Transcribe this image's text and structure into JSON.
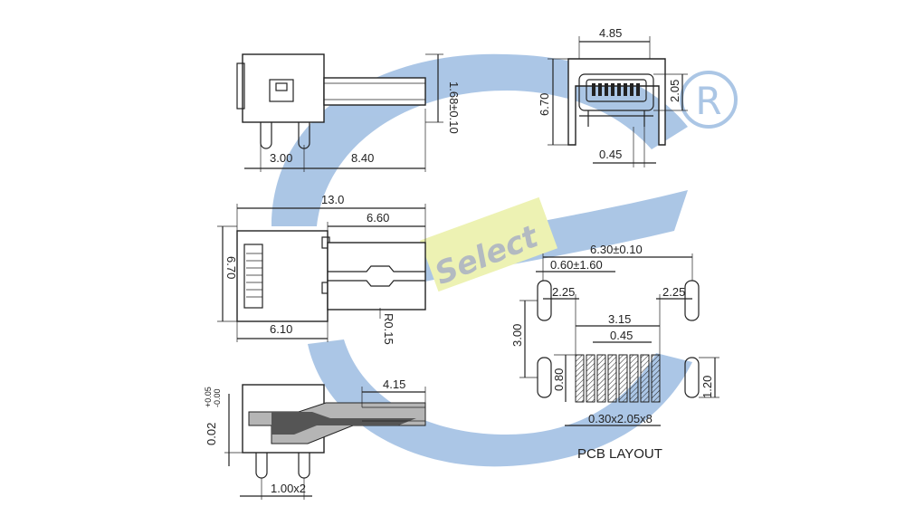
{
  "watermark": {
    "text": "Select",
    "registered_mark": "R",
    "colors": {
      "blue": "#8fb3dd",
      "yellow": "#e8ee9a",
      "gray": "#9aa3ad"
    }
  },
  "side_view": {
    "height_dim": "1.68±0.10",
    "pin_pitch_dim": "3.00",
    "length_dim": "8.40"
  },
  "front_view": {
    "width_dim": "4.85",
    "height_dim": "6.70",
    "inner_height_dim": "2.05",
    "pin_offset_dim": "0.45"
  },
  "top_view": {
    "overall_length_dim": "13.0",
    "body_length_dim": "6.60",
    "width_dim": "6.70",
    "rear_length_dim": "6.10",
    "radius_note": "R0.15"
  },
  "section_view": {
    "depth_dim": "4.15",
    "tolerance_dim": "0.02",
    "tol_plus": "+0.05",
    "tol_minus": "-0.00",
    "pitch_dim": "1.00x2"
  },
  "pcb_layout": {
    "caption": "PCB LAYOUT",
    "overall_dim": "6.30±0.10",
    "pad_dim": "0.60±1.60",
    "left_offset_dim": "2.25",
    "right_offset_dim": "2.25",
    "pin_span_dim": "3.15",
    "pin_pitch_dim": "0.45",
    "vertical_dim": "3.00",
    "pad_height_dim": "0.80",
    "right_height_dim": "1.20",
    "pin_pad_dim": "0.30x2.05x8"
  }
}
